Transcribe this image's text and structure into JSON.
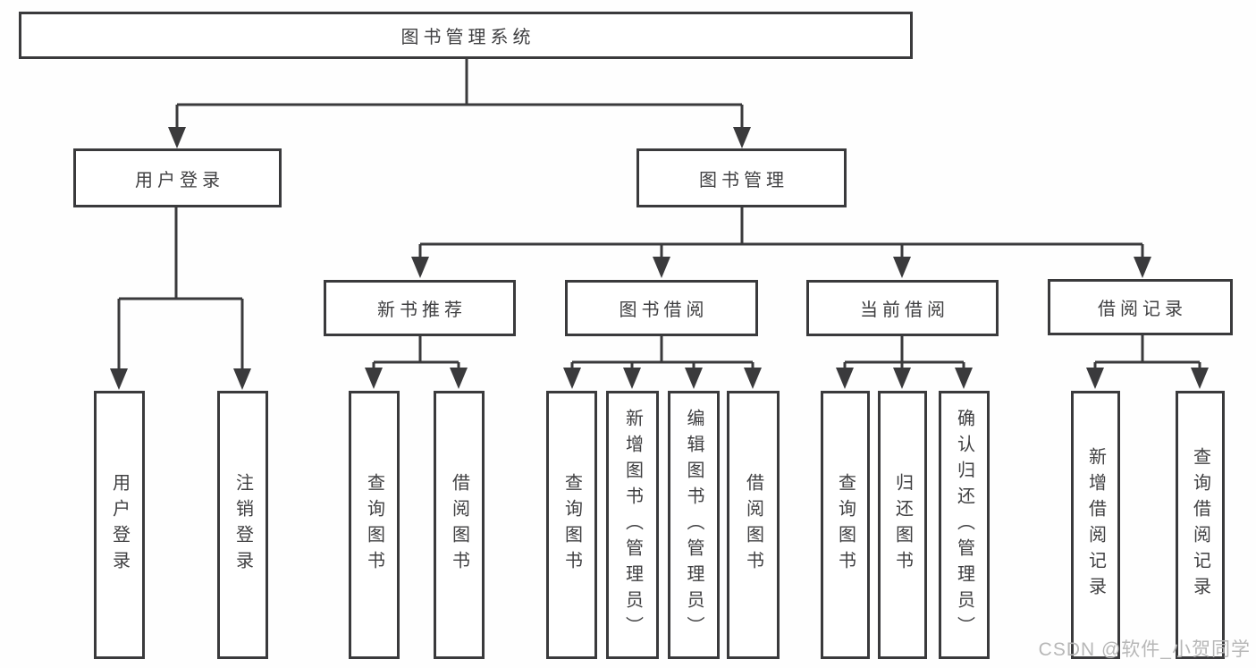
{
  "tree": {
    "label": "图书管理系统",
    "children": [
      {
        "label": "用户登录",
        "children": [
          {
            "label": "用户登录"
          },
          {
            "label": "注销登录"
          }
        ]
      },
      {
        "label": "图书管理",
        "children": [
          {
            "label": "新书推荐",
            "children": [
              {
                "label": "查询图书"
              },
              {
                "label": "借阅图书"
              }
            ]
          },
          {
            "label": "图书借阅",
            "children": [
              {
                "label": "查询图书"
              },
              {
                "label": "新增图书（管理员）"
              },
              {
                "label": "编辑图书（管理员）"
              },
              {
                "label": "借阅图书"
              }
            ]
          },
          {
            "label": "当前借阅",
            "children": [
              {
                "label": "查询图书"
              },
              {
                "label": "归还图书"
              },
              {
                "label": "确认归还（管理员）"
              }
            ]
          },
          {
            "label": "借阅记录",
            "children": [
              {
                "label": "新增借阅记录"
              },
              {
                "label": "查询借阅记录"
              }
            ]
          }
        ]
      }
    ]
  },
  "watermark": {
    "text": "CSDN @软件_小贺同学"
  },
  "colors": {
    "line": "#3a3a3c",
    "text": "#404042",
    "watermark": "#b7b7b7",
    "background": "#ffffff"
  }
}
